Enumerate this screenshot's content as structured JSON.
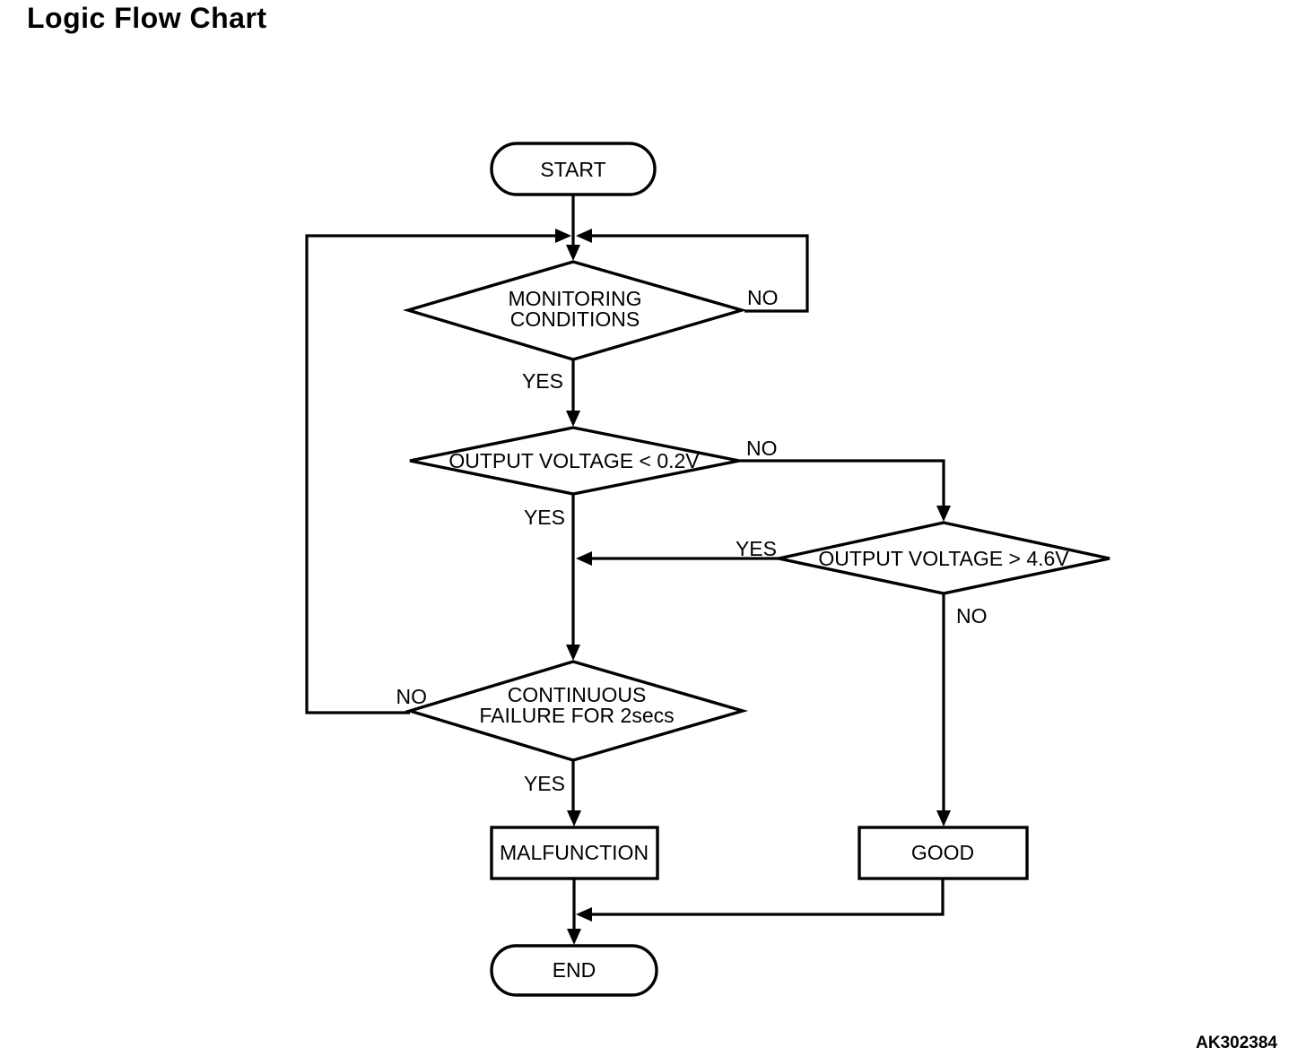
{
  "page": {
    "title": "Logic Flow Chart",
    "figure_code": "AK302384"
  },
  "flowchart": {
    "nodes": {
      "start": {
        "type": "terminator",
        "label": "START"
      },
      "monitoring_conditions": {
        "type": "decision",
        "label": "MONITORING CONDITIONS",
        "line1": "MONITORING",
        "line2": "CONDITIONS"
      },
      "output_voltage_low": {
        "type": "decision",
        "label": "OUTPUT VOLTAGE < 0.2V"
      },
      "output_voltage_high": {
        "type": "decision",
        "label": "OUTPUT VOLTAGE > 4.6V"
      },
      "continuous_failure": {
        "type": "decision",
        "label": "CONTINUOUS FAILURE FOR 2secs",
        "line1": "CONTINUOUS",
        "line2": "FAILURE FOR 2secs"
      },
      "malfunction": {
        "type": "process",
        "label": "MALFUNCTION"
      },
      "good": {
        "type": "process",
        "label": "GOOD"
      },
      "end": {
        "type": "terminator",
        "label": "END"
      }
    },
    "edge_labels": {
      "monitoring_no": "NO",
      "monitoring_yes": "YES",
      "output_low_no": "NO",
      "output_low_yes": "YES",
      "output_high_yes": "YES",
      "output_high_no": "NO",
      "continuous_no": "NO",
      "continuous_yes": "YES"
    },
    "edges": [
      {
        "from": "start",
        "to": "monitoring_conditions",
        "label": ""
      },
      {
        "from": "monitoring_conditions",
        "to": "top_junction",
        "label": "NO"
      },
      {
        "from": "monitoring_conditions",
        "to": "output_voltage_low",
        "label": "YES"
      },
      {
        "from": "output_voltage_low",
        "to": "output_voltage_high",
        "label": "NO"
      },
      {
        "from": "output_voltage_low",
        "to": "continuous_failure",
        "label": "YES"
      },
      {
        "from": "output_voltage_high",
        "to": "continuous_failure",
        "label": "YES"
      },
      {
        "from": "output_voltage_high",
        "to": "good",
        "label": "NO"
      },
      {
        "from": "continuous_failure",
        "to": "top_junction",
        "label": "NO"
      },
      {
        "from": "continuous_failure",
        "to": "malfunction",
        "label": "YES"
      },
      {
        "from": "malfunction",
        "to": "end",
        "label": ""
      },
      {
        "from": "good",
        "to": "end",
        "label": ""
      }
    ]
  },
  "colors": {
    "background": "#ffffff",
    "line": "#000000",
    "text": "#000000"
  }
}
